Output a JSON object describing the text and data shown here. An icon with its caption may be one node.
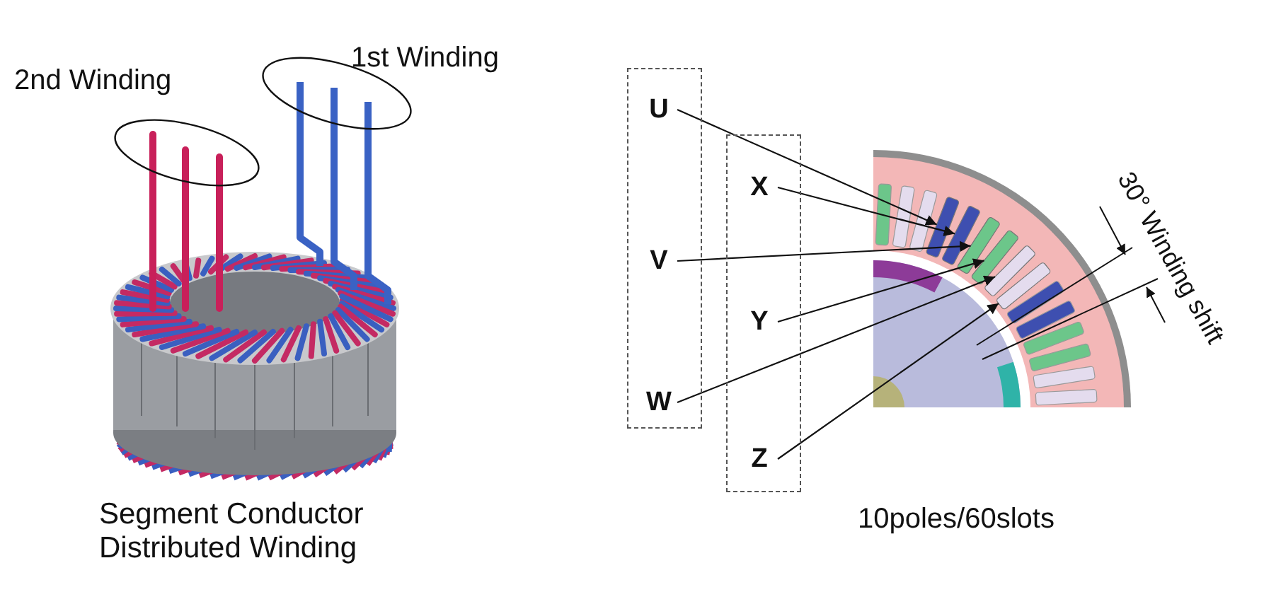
{
  "diagram": {
    "nodes": [
      {
        "text": [],
        "shape": "box"
      },
      {
        "text": [
          "U"
        ],
        "in": 0
      },
      {
        "text": [
          "V"
        ],
        "in": 0
      },
      {
        "text": [
          "W"
        ],
        "in": 0
      },
      {
        "text": [],
        "shape": "box"
      },
      {
        "text": [
          "X"
        ],
        "in": 4
      },
      {
        "text": [
          "Y"
        ],
        "in": 4
      },
      {
        "text": [
          "Z"
        ],
        "in": 4
      },
      {
        "text": [],
        "shape": "bar"
      },
      {
        "text": [],
        "shape": "bar"
      },
      {
        "text": [],
        "shape": "bar"
      },
      {
        "text": [],
        "shape": "bar"
      },
      {
        "text": [],
        "shape": "bar"
      },
      {
        "text": [],
        "shape": "bar"
      }
    ],
    "edges": [
      {
        "from": 1,
        "to": 8,
        "arrow": "to"
      },
      {
        "from": 5,
        "to": 9,
        "arrow": "to"
      },
      {
        "from": 2,
        "to": 10,
        "arrow": "to"
      },
      {
        "from": 6,
        "to": 11,
        "arrow": "to"
      },
      {
        "from": 3,
        "to": 12,
        "arrow": "to"
      },
      {
        "from": 7,
        "to": 13,
        "arrow": "to"
      }
    ],
    "labels": [
      "1st Winding",
      "2nd Winding",
      "30° Winding shift",
      "Segment Conductor Distributed Winding",
      "10poles/60slots"
    ]
  }
}
